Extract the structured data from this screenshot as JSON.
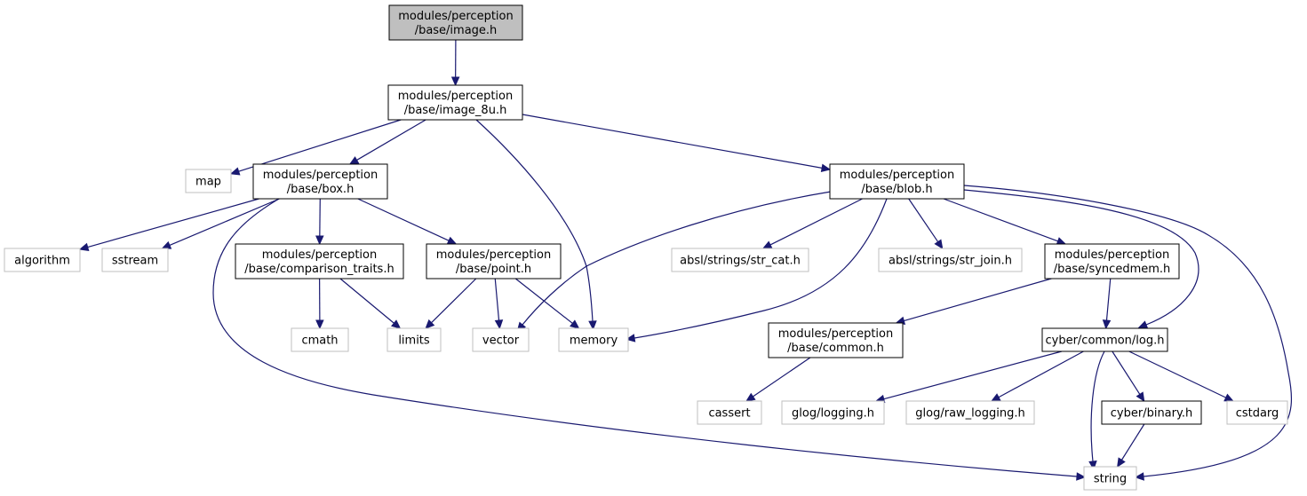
{
  "diagram": {
    "nodes": [
      {
        "id": "image_h",
        "label": [
          "modules/perception",
          "/base/image.h"
        ],
        "kind": "root"
      },
      {
        "id": "image_8u",
        "label": [
          "modules/perception",
          "/base/image_8u.h"
        ],
        "kind": "file"
      },
      {
        "id": "map",
        "label": [
          "map"
        ],
        "kind": "system"
      },
      {
        "id": "box",
        "label": [
          "modules/perception",
          "/base/box.h"
        ],
        "kind": "file"
      },
      {
        "id": "blob",
        "label": [
          "modules/perception",
          "/base/blob.h"
        ],
        "kind": "file"
      },
      {
        "id": "algorithm",
        "label": [
          "algorithm"
        ],
        "kind": "system"
      },
      {
        "id": "sstream",
        "label": [
          "sstream"
        ],
        "kind": "system"
      },
      {
        "id": "comparison",
        "label": [
          "modules/perception",
          "/base/comparison_traits.h"
        ],
        "kind": "file"
      },
      {
        "id": "point",
        "label": [
          "modules/perception",
          "/base/point.h"
        ],
        "kind": "file"
      },
      {
        "id": "str_cat",
        "label": [
          "absl/strings/str_cat.h"
        ],
        "kind": "system"
      },
      {
        "id": "str_join",
        "label": [
          "absl/strings/str_join.h"
        ],
        "kind": "system"
      },
      {
        "id": "syncedmem",
        "label": [
          "modules/perception",
          "/base/syncedmem.h"
        ],
        "kind": "file"
      },
      {
        "id": "cmath",
        "label": [
          "cmath"
        ],
        "kind": "system"
      },
      {
        "id": "limits",
        "label": [
          "limits"
        ],
        "kind": "system"
      },
      {
        "id": "vector",
        "label": [
          "vector"
        ],
        "kind": "system"
      },
      {
        "id": "memory",
        "label": [
          "memory"
        ],
        "kind": "system"
      },
      {
        "id": "common",
        "label": [
          "modules/perception",
          "/base/common.h"
        ],
        "kind": "file"
      },
      {
        "id": "log",
        "label": [
          "cyber/common/log.h"
        ],
        "kind": "file"
      },
      {
        "id": "cassert",
        "label": [
          "cassert"
        ],
        "kind": "system"
      },
      {
        "id": "glog_logging",
        "label": [
          "glog/logging.h"
        ],
        "kind": "system"
      },
      {
        "id": "glog_raw",
        "label": [
          "glog/raw_logging.h"
        ],
        "kind": "system"
      },
      {
        "id": "binary",
        "label": [
          "cyber/binary.h"
        ],
        "kind": "file"
      },
      {
        "id": "cstdarg",
        "label": [
          "cstdarg"
        ],
        "kind": "system"
      },
      {
        "id": "string",
        "label": [
          "string"
        ],
        "kind": "system"
      }
    ],
    "edges": [
      [
        "image_h",
        "image_8u"
      ],
      [
        "image_8u",
        "map"
      ],
      [
        "image_8u",
        "box"
      ],
      [
        "image_8u",
        "memory"
      ],
      [
        "image_8u",
        "blob"
      ],
      [
        "box",
        "algorithm"
      ],
      [
        "box",
        "sstream"
      ],
      [
        "box",
        "comparison"
      ],
      [
        "box",
        "point"
      ],
      [
        "box",
        "string"
      ],
      [
        "comparison",
        "cmath"
      ],
      [
        "comparison",
        "limits"
      ],
      [
        "point",
        "limits"
      ],
      [
        "point",
        "vector"
      ],
      [
        "point",
        "memory"
      ],
      [
        "blob",
        "vector"
      ],
      [
        "blob",
        "str_cat"
      ],
      [
        "blob",
        "memory"
      ],
      [
        "blob",
        "str_join"
      ],
      [
        "blob",
        "syncedmem"
      ],
      [
        "blob",
        "log"
      ],
      [
        "blob",
        "string"
      ],
      [
        "syncedmem",
        "common"
      ],
      [
        "syncedmem",
        "log"
      ],
      [
        "common",
        "cassert"
      ],
      [
        "log",
        "glog_logging"
      ],
      [
        "log",
        "glog_raw"
      ],
      [
        "log",
        "string"
      ],
      [
        "log",
        "binary"
      ],
      [
        "log",
        "cstdarg"
      ],
      [
        "binary",
        "string"
      ]
    ]
  },
  "colors": {
    "edge": "#191970",
    "root_fill": "#bfbfbf",
    "file_border": "#000000",
    "system_border": "#bfbfbf"
  }
}
